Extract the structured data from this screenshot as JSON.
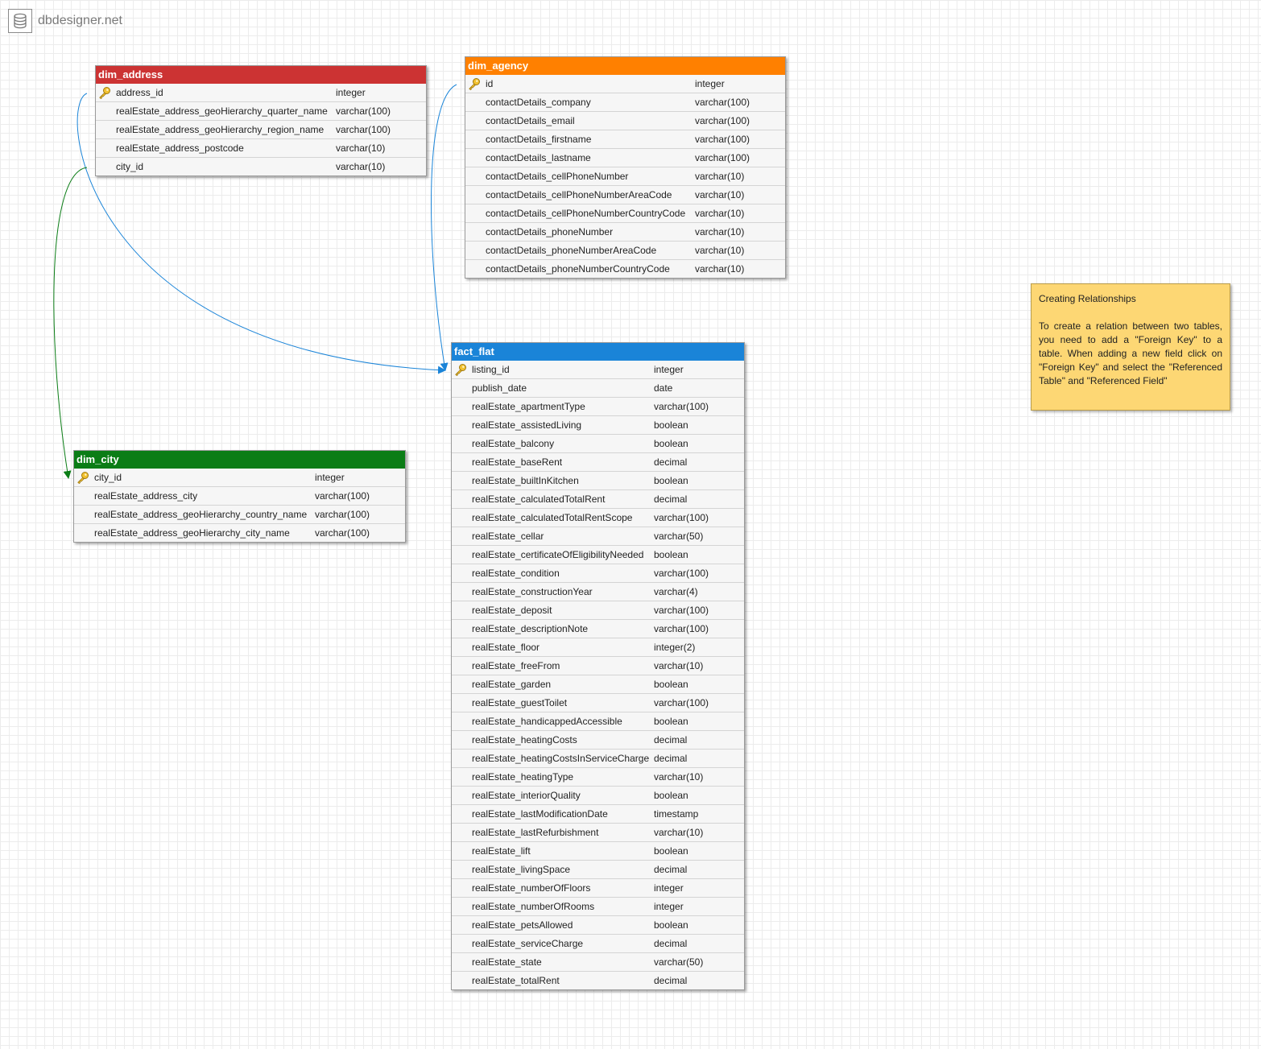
{
  "app": {
    "brand": "dbdesigner.net",
    "brand_icon": "database-icon"
  },
  "colors": {
    "dim_address": "#cc3333",
    "dim_agency": "#ff8000",
    "fact_flat": "#1a84d8",
    "dim_city": "#0b7d16",
    "note": "#fdd774",
    "link_blue": "#1a84d8",
    "link_green": "#0b7d16"
  },
  "tables": {
    "dim_address": {
      "name": "dim_address",
      "fields": [
        {
          "name": "address_id",
          "type": "integer",
          "pk": true
        },
        {
          "name": "realEstate_address_geoHierarchy_quarter_name",
          "type": "varchar(100)"
        },
        {
          "name": "realEstate_address_geoHierarchy_region_name",
          "type": "varchar(100)"
        },
        {
          "name": "realEstate_address_postcode",
          "type": "varchar(10)"
        },
        {
          "name": "city_id",
          "type": "varchar(10)"
        }
      ]
    },
    "dim_agency": {
      "name": "dim_agency",
      "fields": [
        {
          "name": "id",
          "type": "integer",
          "pk": true
        },
        {
          "name": "contactDetails_company",
          "type": "varchar(100)"
        },
        {
          "name": "contactDetails_email",
          "type": "varchar(100)"
        },
        {
          "name": "contactDetails_firstname",
          "type": "varchar(100)"
        },
        {
          "name": "contactDetails_lastname",
          "type": "varchar(100)"
        },
        {
          "name": "contactDetails_cellPhoneNumber",
          "type": "varchar(10)"
        },
        {
          "name": "contactDetails_cellPhoneNumberAreaCode",
          "type": "varchar(10)"
        },
        {
          "name": "contactDetails_cellPhoneNumberCountryCode",
          "type": "varchar(10)"
        },
        {
          "name": "contactDetails_phoneNumber",
          "type": "varchar(10)"
        },
        {
          "name": "contactDetails_phoneNumberAreaCode",
          "type": "varchar(10)"
        },
        {
          "name": "contactDetails_phoneNumberCountryCode",
          "type": "varchar(10)"
        }
      ]
    },
    "fact_flat": {
      "name": "fact_flat",
      "fields": [
        {
          "name": "listing_id",
          "type": "integer",
          "pk": true
        },
        {
          "name": "publish_date",
          "type": "date"
        },
        {
          "name": "realEstate_apartmentType",
          "type": "varchar(100)"
        },
        {
          "name": "realEstate_assistedLiving",
          "type": "boolean"
        },
        {
          "name": "realEstate_balcony",
          "type": "boolean"
        },
        {
          "name": "realEstate_baseRent",
          "type": "decimal"
        },
        {
          "name": "realEstate_builtInKitchen",
          "type": "boolean"
        },
        {
          "name": "realEstate_calculatedTotalRent",
          "type": "decimal"
        },
        {
          "name": "realEstate_calculatedTotalRentScope",
          "type": "varchar(100)"
        },
        {
          "name": "realEstate_cellar",
          "type": "varchar(50)"
        },
        {
          "name": "realEstate_certificateOfEligibilityNeeded",
          "type": "boolean"
        },
        {
          "name": "realEstate_condition",
          "type": "varchar(100)"
        },
        {
          "name": "realEstate_constructionYear",
          "type": "varchar(4)"
        },
        {
          "name": "realEstate_deposit",
          "type": "varchar(100)"
        },
        {
          "name": "realEstate_descriptionNote",
          "type": "varchar(100)"
        },
        {
          "name": "realEstate_floor",
          "type": "integer(2)"
        },
        {
          "name": "realEstate_freeFrom",
          "type": "varchar(10)"
        },
        {
          "name": "realEstate_garden",
          "type": "boolean"
        },
        {
          "name": "realEstate_guestToilet",
          "type": "varchar(100)"
        },
        {
          "name": "realEstate_handicappedAccessible",
          "type": "boolean"
        },
        {
          "name": "realEstate_heatingCosts",
          "type": "decimal"
        },
        {
          "name": "realEstate_heatingCostsInServiceCharge",
          "type": "decimal"
        },
        {
          "name": "realEstate_heatingType",
          "type": "varchar(10)"
        },
        {
          "name": "realEstate_interiorQuality",
          "type": "boolean"
        },
        {
          "name": "realEstate_lastModificationDate",
          "type": "timestamp"
        },
        {
          "name": "realEstate_lastRefurbishment",
          "type": "varchar(10)"
        },
        {
          "name": "realEstate_lift",
          "type": "boolean"
        },
        {
          "name": "realEstate_livingSpace",
          "type": "decimal"
        },
        {
          "name": "realEstate_numberOfFloors",
          "type": "integer"
        },
        {
          "name": "realEstate_numberOfRooms",
          "type": "integer"
        },
        {
          "name": "realEstate_petsAllowed",
          "type": "boolean"
        },
        {
          "name": "realEstate_serviceCharge",
          "type": "decimal"
        },
        {
          "name": "realEstate_state",
          "type": "varchar(50)"
        },
        {
          "name": "realEstate_totalRent",
          "type": "decimal"
        }
      ]
    },
    "dim_city": {
      "name": "dim_city",
      "fields": [
        {
          "name": "city_id",
          "type": "integer",
          "pk": true
        },
        {
          "name": "realEstate_address_city",
          "type": "varchar(100)"
        },
        {
          "name": "realEstate_address_geoHierarchy_country_name",
          "type": "varchar(100)"
        },
        {
          "name": "realEstate_address_geoHierarchy_city_name",
          "type": "varchar(100)"
        }
      ]
    }
  },
  "note": {
    "title": "Creating Relationships",
    "body": "To create a relation between two tables, you need to add a \"Foreign Key\" to a table. When adding a new field click on \"Foreign Key\" and select the \"Referenced Table\" and \"Referenced Field\""
  }
}
